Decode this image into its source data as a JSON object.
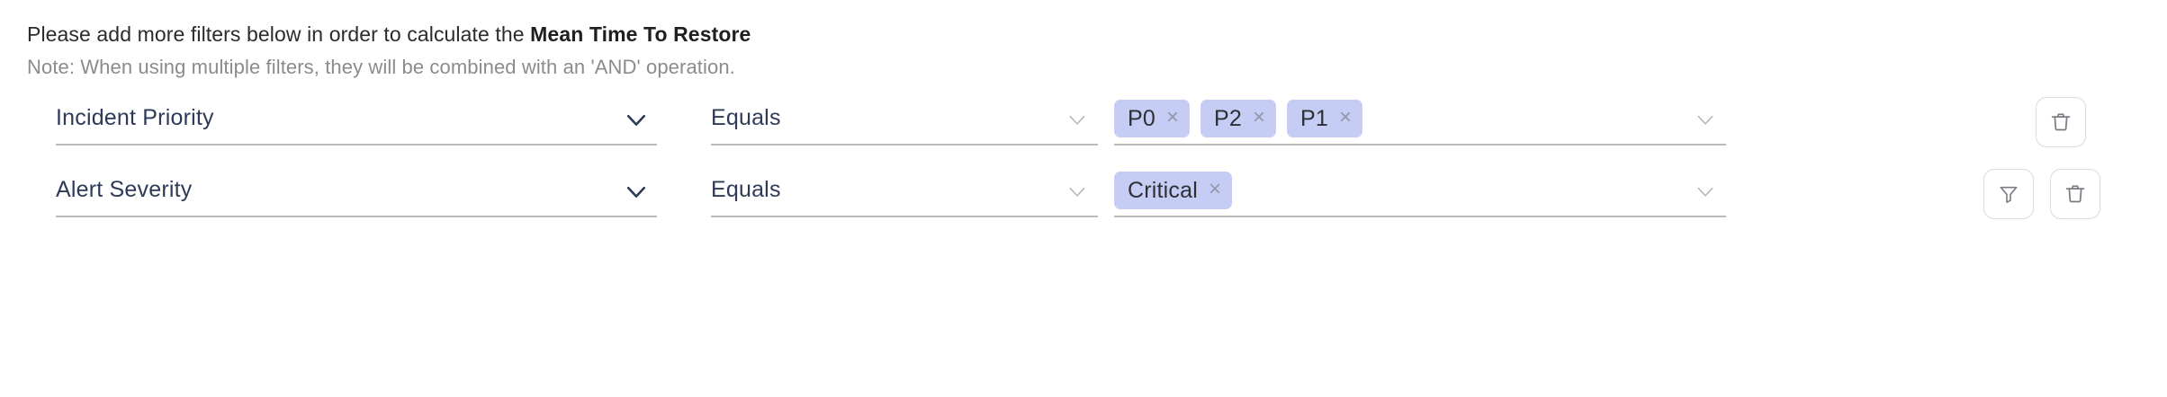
{
  "header": {
    "headline_prefix": "Please add more filters below in order to calculate the ",
    "headline_metric": "Mean Time To Restore",
    "note": "Note: When using multiple filters, they will be combined with an 'AND' operation."
  },
  "colors": {
    "chip_bg": "#c5cdf5",
    "field_text": "#2e3a58",
    "note_text": "#8b8b8b",
    "underline": "#b6b9bd",
    "button_border": "#d8dade",
    "icon_stroke": "#7a7d83"
  },
  "filters": [
    {
      "attribute": "Incident Priority",
      "attribute_icon": "chevron-down-icon",
      "operator": "Equals",
      "operator_icon": "chevron-down-icon",
      "values": [
        "P0",
        "P2",
        "P1"
      ],
      "value_remove_icon": "close-icon",
      "value_icon": "chevron-down-icon",
      "actions": [
        {
          "name": "delete-filter-button",
          "icon": "trash-icon"
        }
      ]
    },
    {
      "attribute": "Alert Severity",
      "attribute_icon": "chevron-down-icon",
      "operator": "Equals",
      "operator_icon": "chevron-down-icon",
      "values": [
        "Critical"
      ],
      "value_remove_icon": "close-icon",
      "value_icon": "chevron-down-icon",
      "actions": [
        {
          "name": "add-filter-button",
          "icon": "funnel-icon"
        },
        {
          "name": "delete-filter-button",
          "icon": "trash-icon"
        }
      ]
    }
  ]
}
